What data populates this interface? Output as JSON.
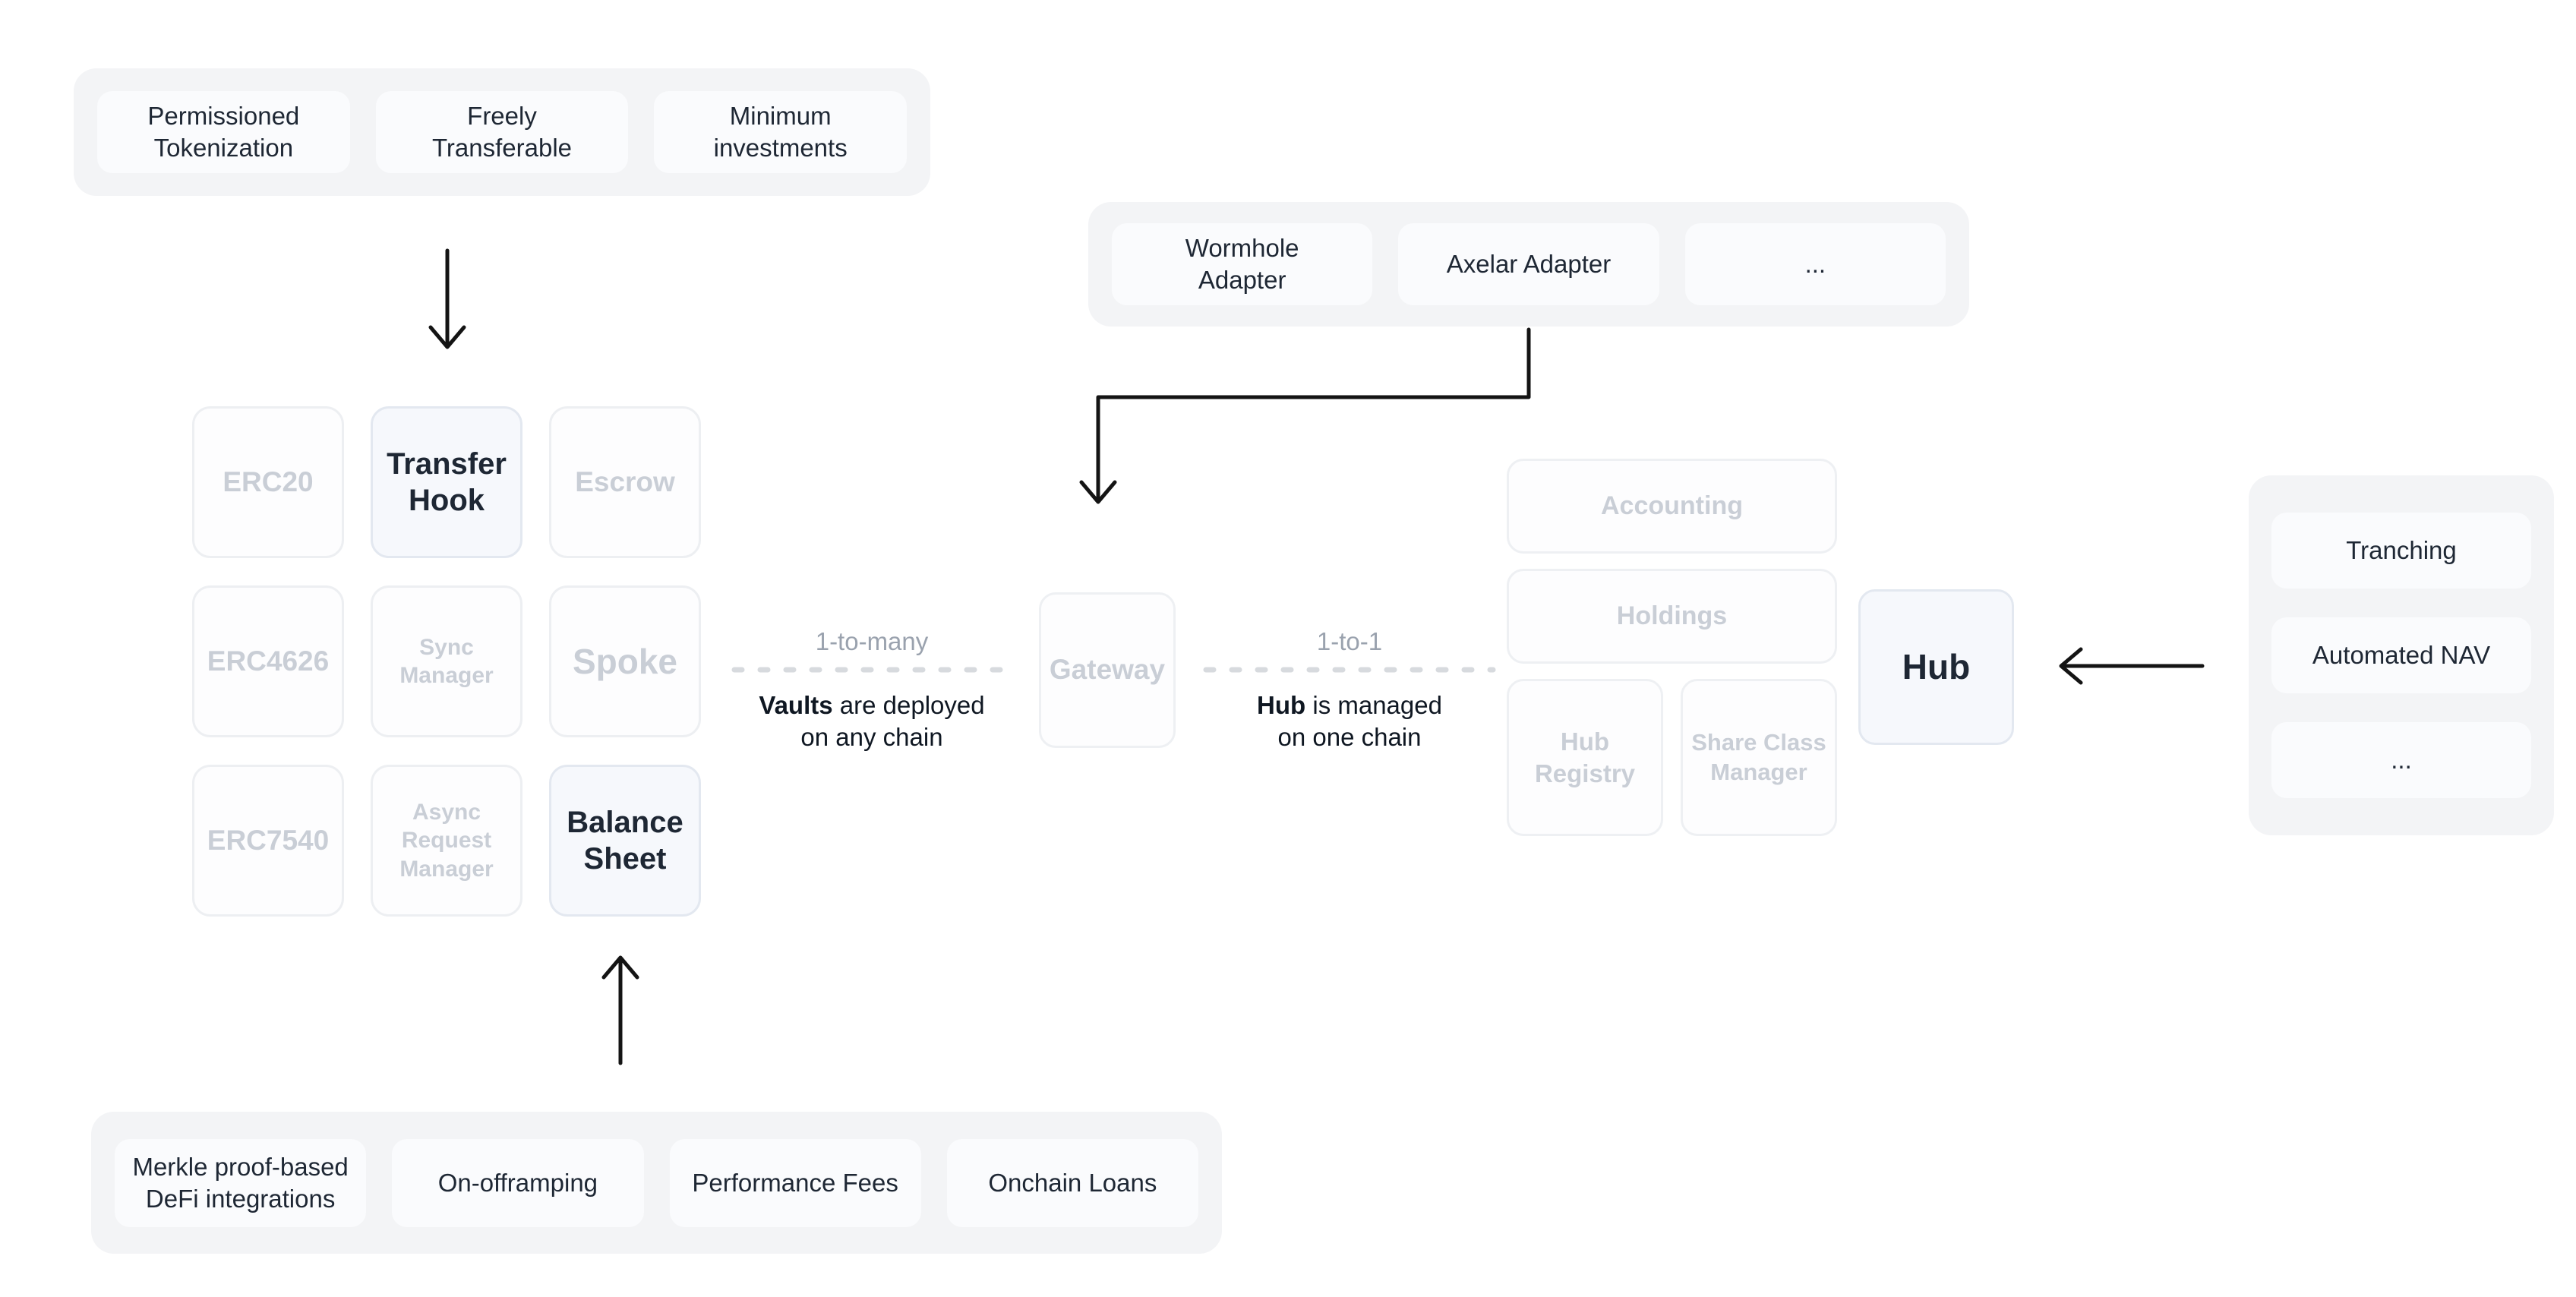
{
  "diagram": {
    "panels": {
      "vault_features": {
        "items": [
          "Permissioned Tokenization",
          "Freely Transferable",
          "Minimum investments"
        ]
      },
      "adapters": {
        "items": [
          "Wormhole Adapter",
          "Axelar Adapter",
          "..."
        ]
      },
      "hub_features": {
        "items": [
          "Tranching",
          "Automated NAV",
          "..."
        ]
      },
      "defi_features": {
        "items": [
          "Merkle proof-based DeFi integrations",
          "On-offramping",
          "Performance Fees",
          "Onchain Loans"
        ]
      }
    },
    "spoke_grid": {
      "cells": [
        {
          "label": "ERC20"
        },
        {
          "label": "Transfer Hook"
        },
        {
          "label": "Escrow"
        },
        {
          "label": "ERC4626"
        },
        {
          "label": "Sync Manager"
        },
        {
          "label": "Spoke"
        },
        {
          "label": "ERC7540"
        },
        {
          "label": "Async Request Manager"
        },
        {
          "label": "Balance Sheet"
        }
      ]
    },
    "gateway": {
      "label": "Gateway"
    },
    "hub_cluster": {
      "accounting": "Accounting",
      "holdings": "Holdings",
      "hub_registry": "Hub Registry",
      "share_class_manager": "Share Class Manager",
      "hub": "Hub"
    },
    "connections": {
      "left": {
        "relation": "1-to-many",
        "bold": "Vaults",
        "rest_line1": " are deployed",
        "line2": "on any chain"
      },
      "right": {
        "relation": "1-to-1",
        "bold": "Hub",
        "rest_line1": " is managed",
        "line2": "on one chain"
      }
    },
    "colors": {
      "panel_bg": "#f3f4f6",
      "chip_bg": "#fafbfd",
      "muted_text": "#c9ced6",
      "emphasis_text": "#1e2734",
      "arrow": "#141414",
      "dashed_link": "#d7dade"
    }
  }
}
